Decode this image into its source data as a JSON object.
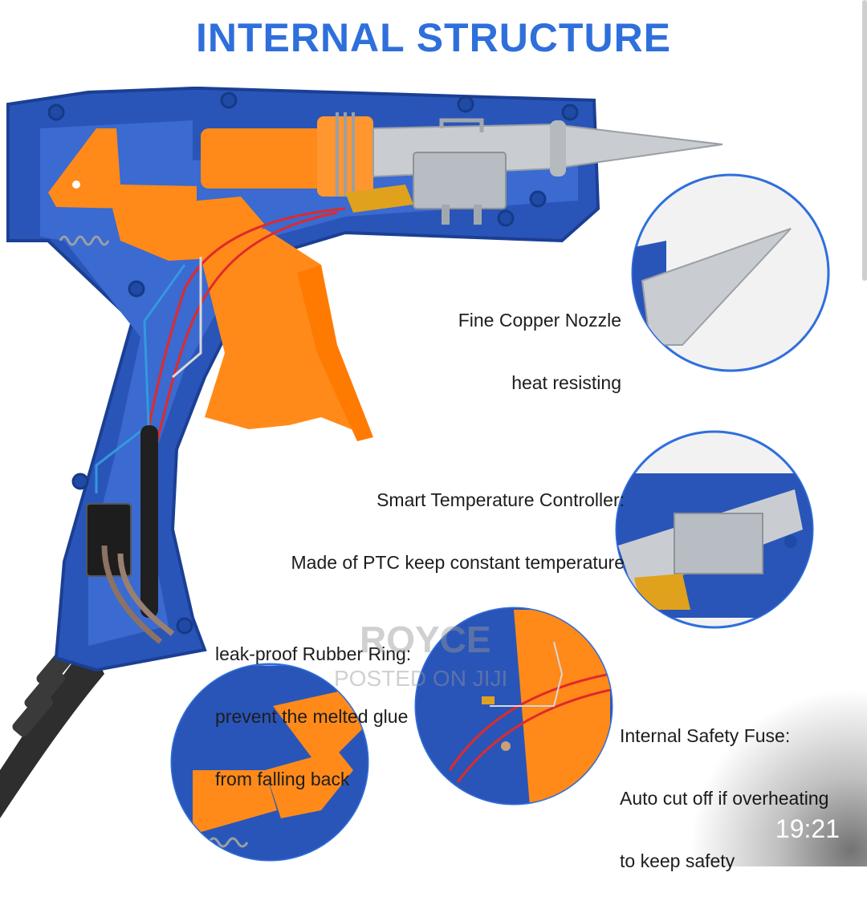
{
  "title": "INTERNAL STRUCTURE",
  "callouts": {
    "nozzle": {
      "line1": "Fine Copper Nozzle",
      "line2": "heat resisting"
    },
    "controller": {
      "line1": "Smart Temperature Controller:",
      "line2": "Made of PTC keep constant temperature"
    },
    "ring": {
      "line1": "leak-proof Rubber Ring:",
      "line2": "prevent the melted glue",
      "line3": "from falling back"
    },
    "fuse": {
      "line1": "Internal Safety Fuse:",
      "line2": "Auto cut off if overheating",
      "line3": "to keep safety"
    }
  },
  "watermark": {
    "brand": "ROYCE",
    "posted": "POSTED ON JIJI"
  },
  "status": {
    "time": "19:21"
  },
  "colors": {
    "title": "#2f6fdc",
    "body_blue": "#2a55b8",
    "orange": "#ff8a1a",
    "metal": "#c9cdd2"
  }
}
